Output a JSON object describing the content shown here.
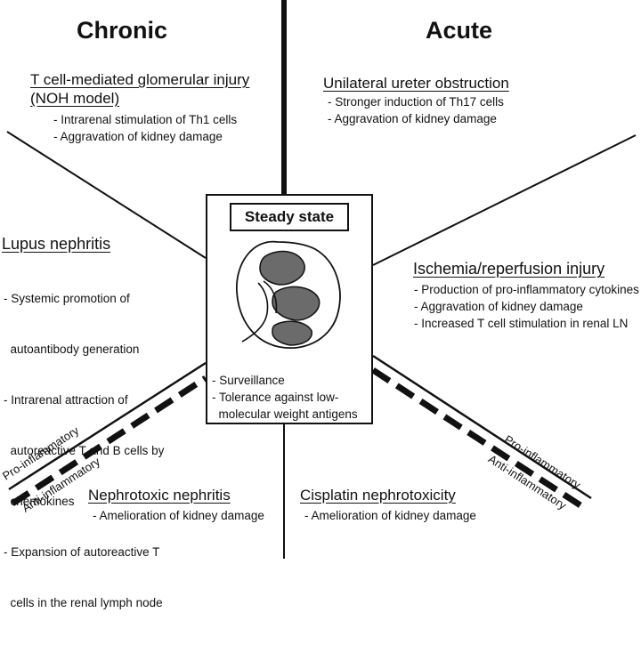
{
  "chronic": {
    "heading": "Chronic",
    "noh": {
      "title_line1": "T cell-mediated glomerular injury",
      "title_line2": "(NOH model)",
      "bullets": [
        "- Intrarenal stimulation of Th1 cells",
        "- Aggravation of kidney damage"
      ]
    },
    "lupus": {
      "title": "Lupus nephritis",
      "bullets": [
        "- Systemic promotion of",
        "  autoantibody generation",
        "- Intrarenal attraction of",
        "  autoreactive T and B cells by",
        "  chemokines",
        "- Expansion of autoreactive T",
        "  cells in the renal lymph node"
      ]
    },
    "nephrotoxic": {
      "title": "Nephrotoxic nephritis",
      "bullets": [
        "- Amelioration of kidney damage"
      ]
    }
  },
  "acute": {
    "heading": "Acute",
    "uuo": {
      "title": "Unilateral ureter obstruction",
      "bullets": [
        "- Stronger induction of Th17 cells",
        "- Aggravation of kidney damage"
      ]
    },
    "ischemia": {
      "title": "Ischemia/reperfusion injury",
      "bullets": [
        "- Production of pro-inflammatory cytokines",
        "- Aggravation of kidney damage",
        "- Increased T cell stimulation in renal LN"
      ]
    },
    "cisplatin": {
      "title": "Cisplatin nephrotoxicity",
      "bullets": [
        "- Amelioration of kidney damage"
      ]
    }
  },
  "steady_state": {
    "title": "Steady state",
    "bullets": [
      "- Surveillance",
      "- Tolerance against low-",
      "  molecular weight antigens"
    ]
  },
  "legend": {
    "pro_label": "Pro-inflammatory",
    "anti_label": "Anti-inflammatory"
  },
  "colors": {
    "line": "#111111",
    "kidney_fill": "#6b6b6b"
  }
}
